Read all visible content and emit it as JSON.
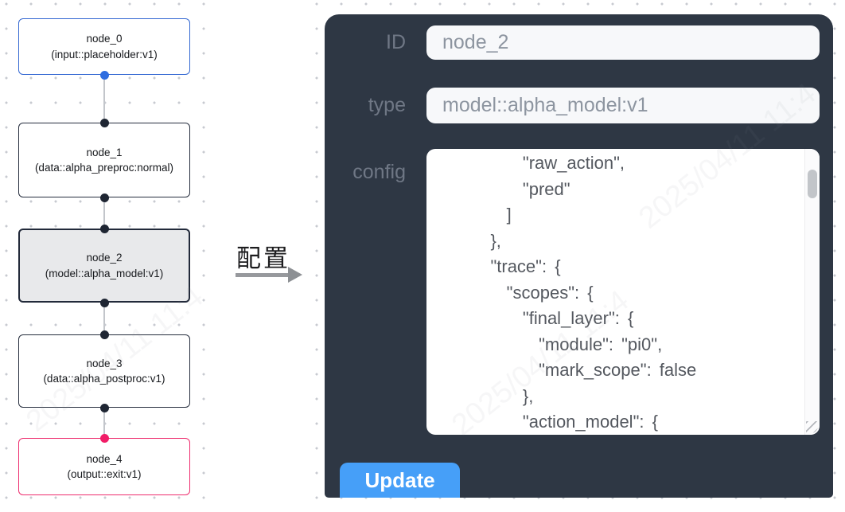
{
  "canvas": {
    "dot_color": "#c7cad0",
    "background": "#ffffff"
  },
  "flow": {
    "connector_color": "#c3c6cb",
    "nodes": [
      {
        "label": "node_0",
        "type_label": "(input::placeholder:v1)",
        "variant": "input",
        "border_color": "#3468d2",
        "port_color": "#2e6de0"
      },
      {
        "label": "node_1",
        "type_label": "(data::alpha_preproc:normal)",
        "variant": "default",
        "border_color": "#262e3e",
        "port_color": "#1f2633"
      },
      {
        "label": "node_2",
        "type_label": "(model::alpha_model:v1)",
        "variant": "selected",
        "border_color": "#222a3a",
        "port_color": "#1f2633",
        "fill": "#e8e9eb"
      },
      {
        "label": "node_3",
        "type_label": "(data::alpha_postproc:v1)",
        "variant": "default",
        "border_color": "#262e3e",
        "port_color": "#1f2633"
      },
      {
        "label": "node_4",
        "type_label": "(output::exit:v1)",
        "variant": "output",
        "border_color": "#ee2d6e",
        "port_color": "#f11d67"
      }
    ]
  },
  "annotation": {
    "label": "配置",
    "arrow_color": "#97999d"
  },
  "panel": {
    "bg": "#2e3744",
    "label_color": "#6f7785",
    "fields": [
      {
        "label": "ID",
        "value": "node_2"
      },
      {
        "label": "type",
        "value": "model::alpha_model:v1"
      }
    ],
    "config": {
      "label": "config",
      "text": "        \"raw_action\",\n        \"pred\"\n      ]\n    },\n    \"trace\": {\n      \"scopes\": {\n        \"final_layer\": {\n          \"module\": \"pi0\",\n          \"mark_scope\": false\n        },\n        \"action_model\": {"
    },
    "update_button": {
      "label": "Update",
      "color": "#469ff8"
    }
  },
  "watermark": {
    "text": "2025/04/11 11:4"
  }
}
